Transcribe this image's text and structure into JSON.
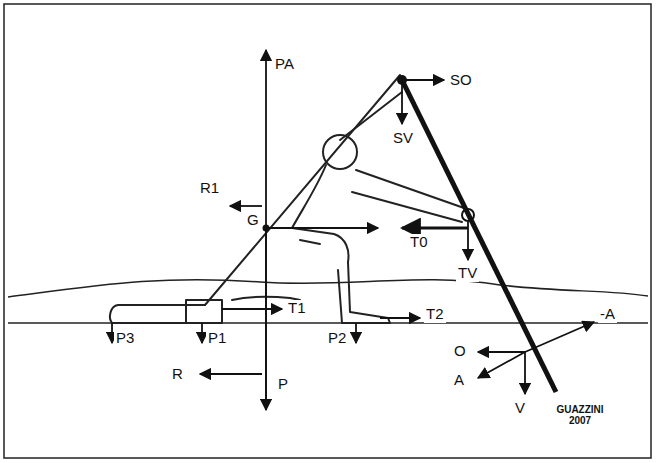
{
  "diagram": {
    "labels": [
      "PA",
      "SO",
      "SV",
      "R1",
      "G",
      "T0",
      "TV",
      "T1",
      "T2",
      "P3",
      "P1",
      "P2",
      "R",
      "P",
      "O",
      "-A",
      "A",
      "V",
      "GUAZZINI 2007"
    ]
  }
}
